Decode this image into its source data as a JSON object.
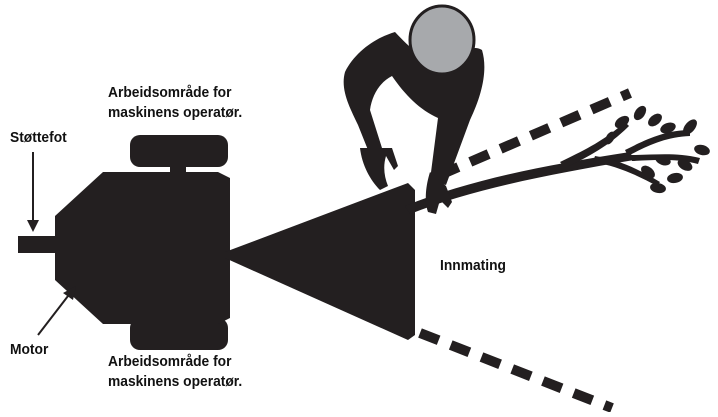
{
  "labels": {
    "work_area_top": [
      "Arbeidsområde for",
      "maskinens operatør."
    ],
    "support_foot": "Støttefot",
    "motor": "Motor",
    "work_area_bottom": [
      "Arbeidsområde for",
      "maskinens operatør."
    ],
    "infeed": "Innmating"
  },
  "colors": {
    "machine": "#231f20",
    "head": "#a7a9ac",
    "text": "#111111"
  }
}
